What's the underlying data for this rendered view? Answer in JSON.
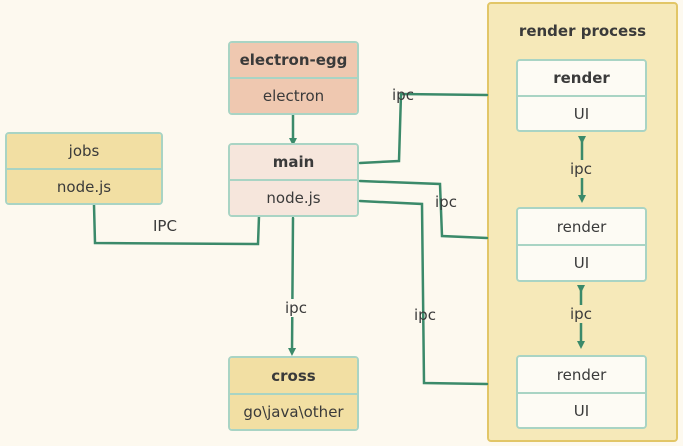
{
  "process_panel": {
    "title": "render process"
  },
  "nodes": {
    "electron_egg": {
      "title": "electron-egg",
      "subtitle": "electron"
    },
    "main": {
      "title": "main",
      "subtitle": "node.js"
    },
    "jobs": {
      "title": "jobs",
      "subtitle": "node.js"
    },
    "cross": {
      "title": "cross",
      "subtitle": "go\\java\\other"
    },
    "render_1": {
      "title": "render",
      "subtitle": "UI"
    },
    "render_2": {
      "title": "render",
      "subtitle": "UI"
    },
    "render_3": {
      "title": "render",
      "subtitle": "UI"
    }
  },
  "edge_labels": {
    "main_render_1": "ipc",
    "main_render_2": "ipc",
    "main_render_3": "ipc",
    "main_jobs": "IPC",
    "main_cross": "ipc",
    "render_1_2": "ipc",
    "render_2_3": "ipc"
  },
  "colors": {
    "connector": "#3b8a6a",
    "box_border": "#a9d4c4",
    "panel_fill": "#f6e9b9",
    "panel_border": "#e2c667",
    "tan_fill": "#f2dfa3",
    "salmon_fill": "#efc8b0",
    "pink_fill": "#f6e6dc"
  }
}
